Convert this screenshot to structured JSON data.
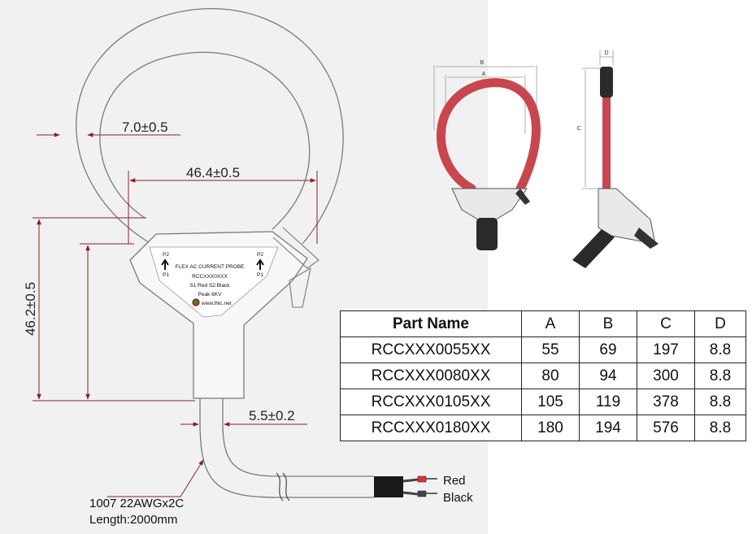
{
  "dimensions": {
    "coil_thickness": "7.0±0.5",
    "inner_width": "46.4±0.5",
    "body_height": "46.2±0.5",
    "cable_diameter": "5.5±0.2"
  },
  "label_plate": {
    "title": "FLEX AC CURRENT PROBE",
    "model": "RCCXXX0XXX",
    "signals": "S1:Red  S2:Black",
    "peak": "Peak 6KV",
    "website": "www.thic.net",
    "left_top": "P2",
    "left_bottom": "P1",
    "right_top": "P2",
    "right_bottom": "P1"
  },
  "cable": {
    "spec": "1007 22AWGx2C",
    "length": "Length:2000mm",
    "wire_1": "Red",
    "wire_2": "Black"
  },
  "photo_labels": {
    "a": "A",
    "b": "B",
    "c": "C",
    "d": "D"
  },
  "colors": {
    "coil_red": "#c8464f",
    "handle_black": "#2a2a2a",
    "drawing_bg": "#f1f1f1"
  },
  "table": {
    "headers": [
      "Part Name",
      "A",
      "B",
      "C",
      "D"
    ],
    "rows": [
      [
        "RCCXXX0055XX",
        "55",
        "69",
        "197",
        "8.8"
      ],
      [
        "RCCXXX0080XX",
        "80",
        "94",
        "300",
        "8.8"
      ],
      [
        "RCCXXX0105XX",
        "105",
        "119",
        "378",
        "8.8"
      ],
      [
        "RCCXXX0180XX",
        "180",
        "194",
        "576",
        "8.8"
      ]
    ]
  }
}
